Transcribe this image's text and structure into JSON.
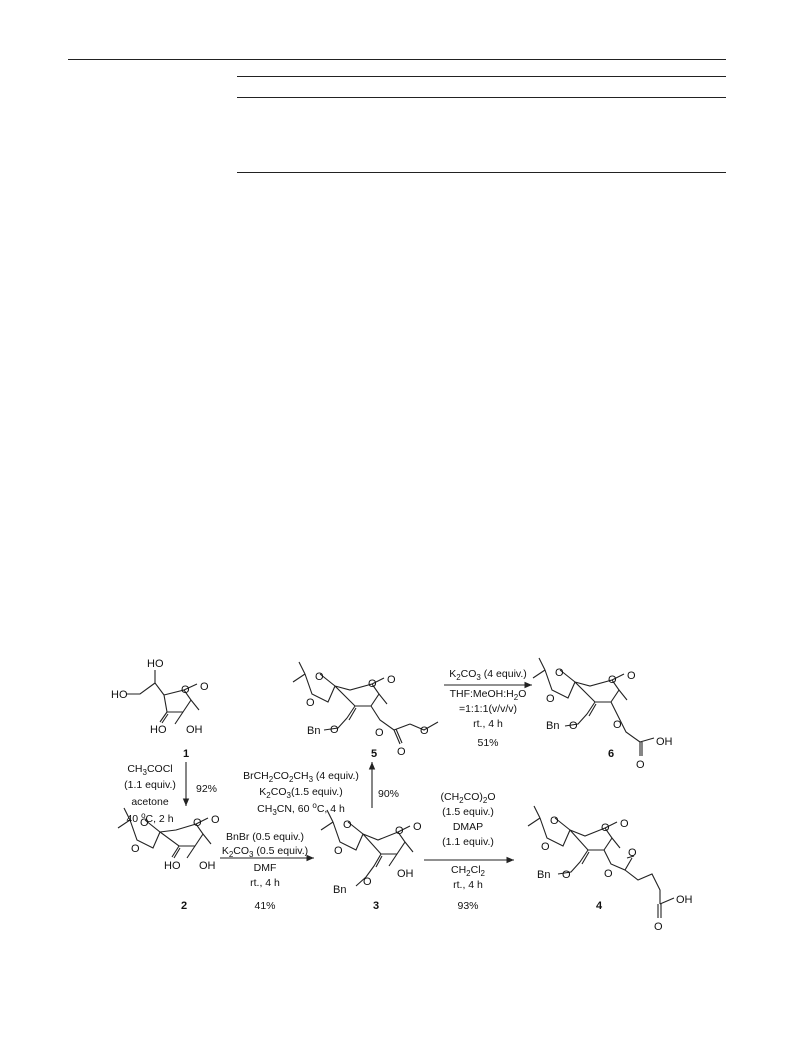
{
  "header_rules": 4,
  "compounds": {
    "c1": {
      "number": "1",
      "labels": {
        "ho_top": "HO",
        "ho_left": "HO",
        "o_ring": "O",
        "o_carbonyl": "O",
        "ho_bottom": "HO",
        "oh_bottom": "OH"
      }
    },
    "c2": {
      "number": "2",
      "labels": {
        "o1": "O",
        "o2": "O",
        "o_ring": "O",
        "o_carbonyl": "O",
        "ho_bottom": "HO",
        "oh_bottom": "OH"
      }
    },
    "c3": {
      "number": "3",
      "labels": {
        "o1": "O",
        "o2": "O",
        "o_ring": "O",
        "o_carbonyl": "O",
        "bn": "Bn",
        "o_bn": "O",
        "oh_bottom": "OH"
      }
    },
    "c5": {
      "number": "5",
      "labels": {
        "o1": "O",
        "o2": "O",
        "o_ring": "O",
        "o_carbonyl": "O",
        "bn": "Bn",
        "o_bn": "O",
        "o_ester": "O",
        "o_co": "O",
        "o_me": "O"
      }
    },
    "c6": {
      "number": "6",
      "labels": {
        "o1": "O",
        "o2": "O",
        "o_ring": "O",
        "o_carbonyl": "O",
        "bn": "Bn",
        "o_bn": "O",
        "o_ether": "O",
        "o_co": "O",
        "oh": "OH"
      }
    },
    "c4": {
      "number": "4",
      "labels": {
        "o1": "O",
        "o2": "O",
        "o_ring": "O",
        "o_carbonyl": "O",
        "bn": "Bn",
        "o_bn": "O",
        "o_ester": "O",
        "o_co": "O",
        "o_acid": "O",
        "oh": "OH"
      }
    }
  },
  "steps": {
    "s1": {
      "lines": [
        "CH3COCl",
        "(1.1 equiv.)",
        "acetone",
        "40 oC, 2 h"
      ],
      "yield": "92%"
    },
    "s2": {
      "lines": [
        "BnBr (0.5 equiv.)",
        "K2CO3 (0.5 equiv.)",
        "DMF",
        "rt., 4 h"
      ],
      "yield": "41%"
    },
    "s3": {
      "lines": [
        "BrCH2CO2CH3 (4 equiv.)",
        "K2CO3(1.5 equiv.)",
        "CH3CN, 60 oC, 4 h"
      ],
      "yield": "90%"
    },
    "s4": {
      "lines": [
        "K2CO3 (4 equiv.)",
        "THF:MeOH:H2O",
        "=1:1:1(v/v/v)",
        "rt., 4 h"
      ],
      "yield": "51%"
    },
    "s5": {
      "lines": [
        "(CH2CO)2O",
        "(1.5 equiv.)",
        "DMAP",
        "(1.1 equiv.)",
        "CH2Cl2",
        "rt., 4 h"
      ],
      "yield": "93%"
    }
  }
}
